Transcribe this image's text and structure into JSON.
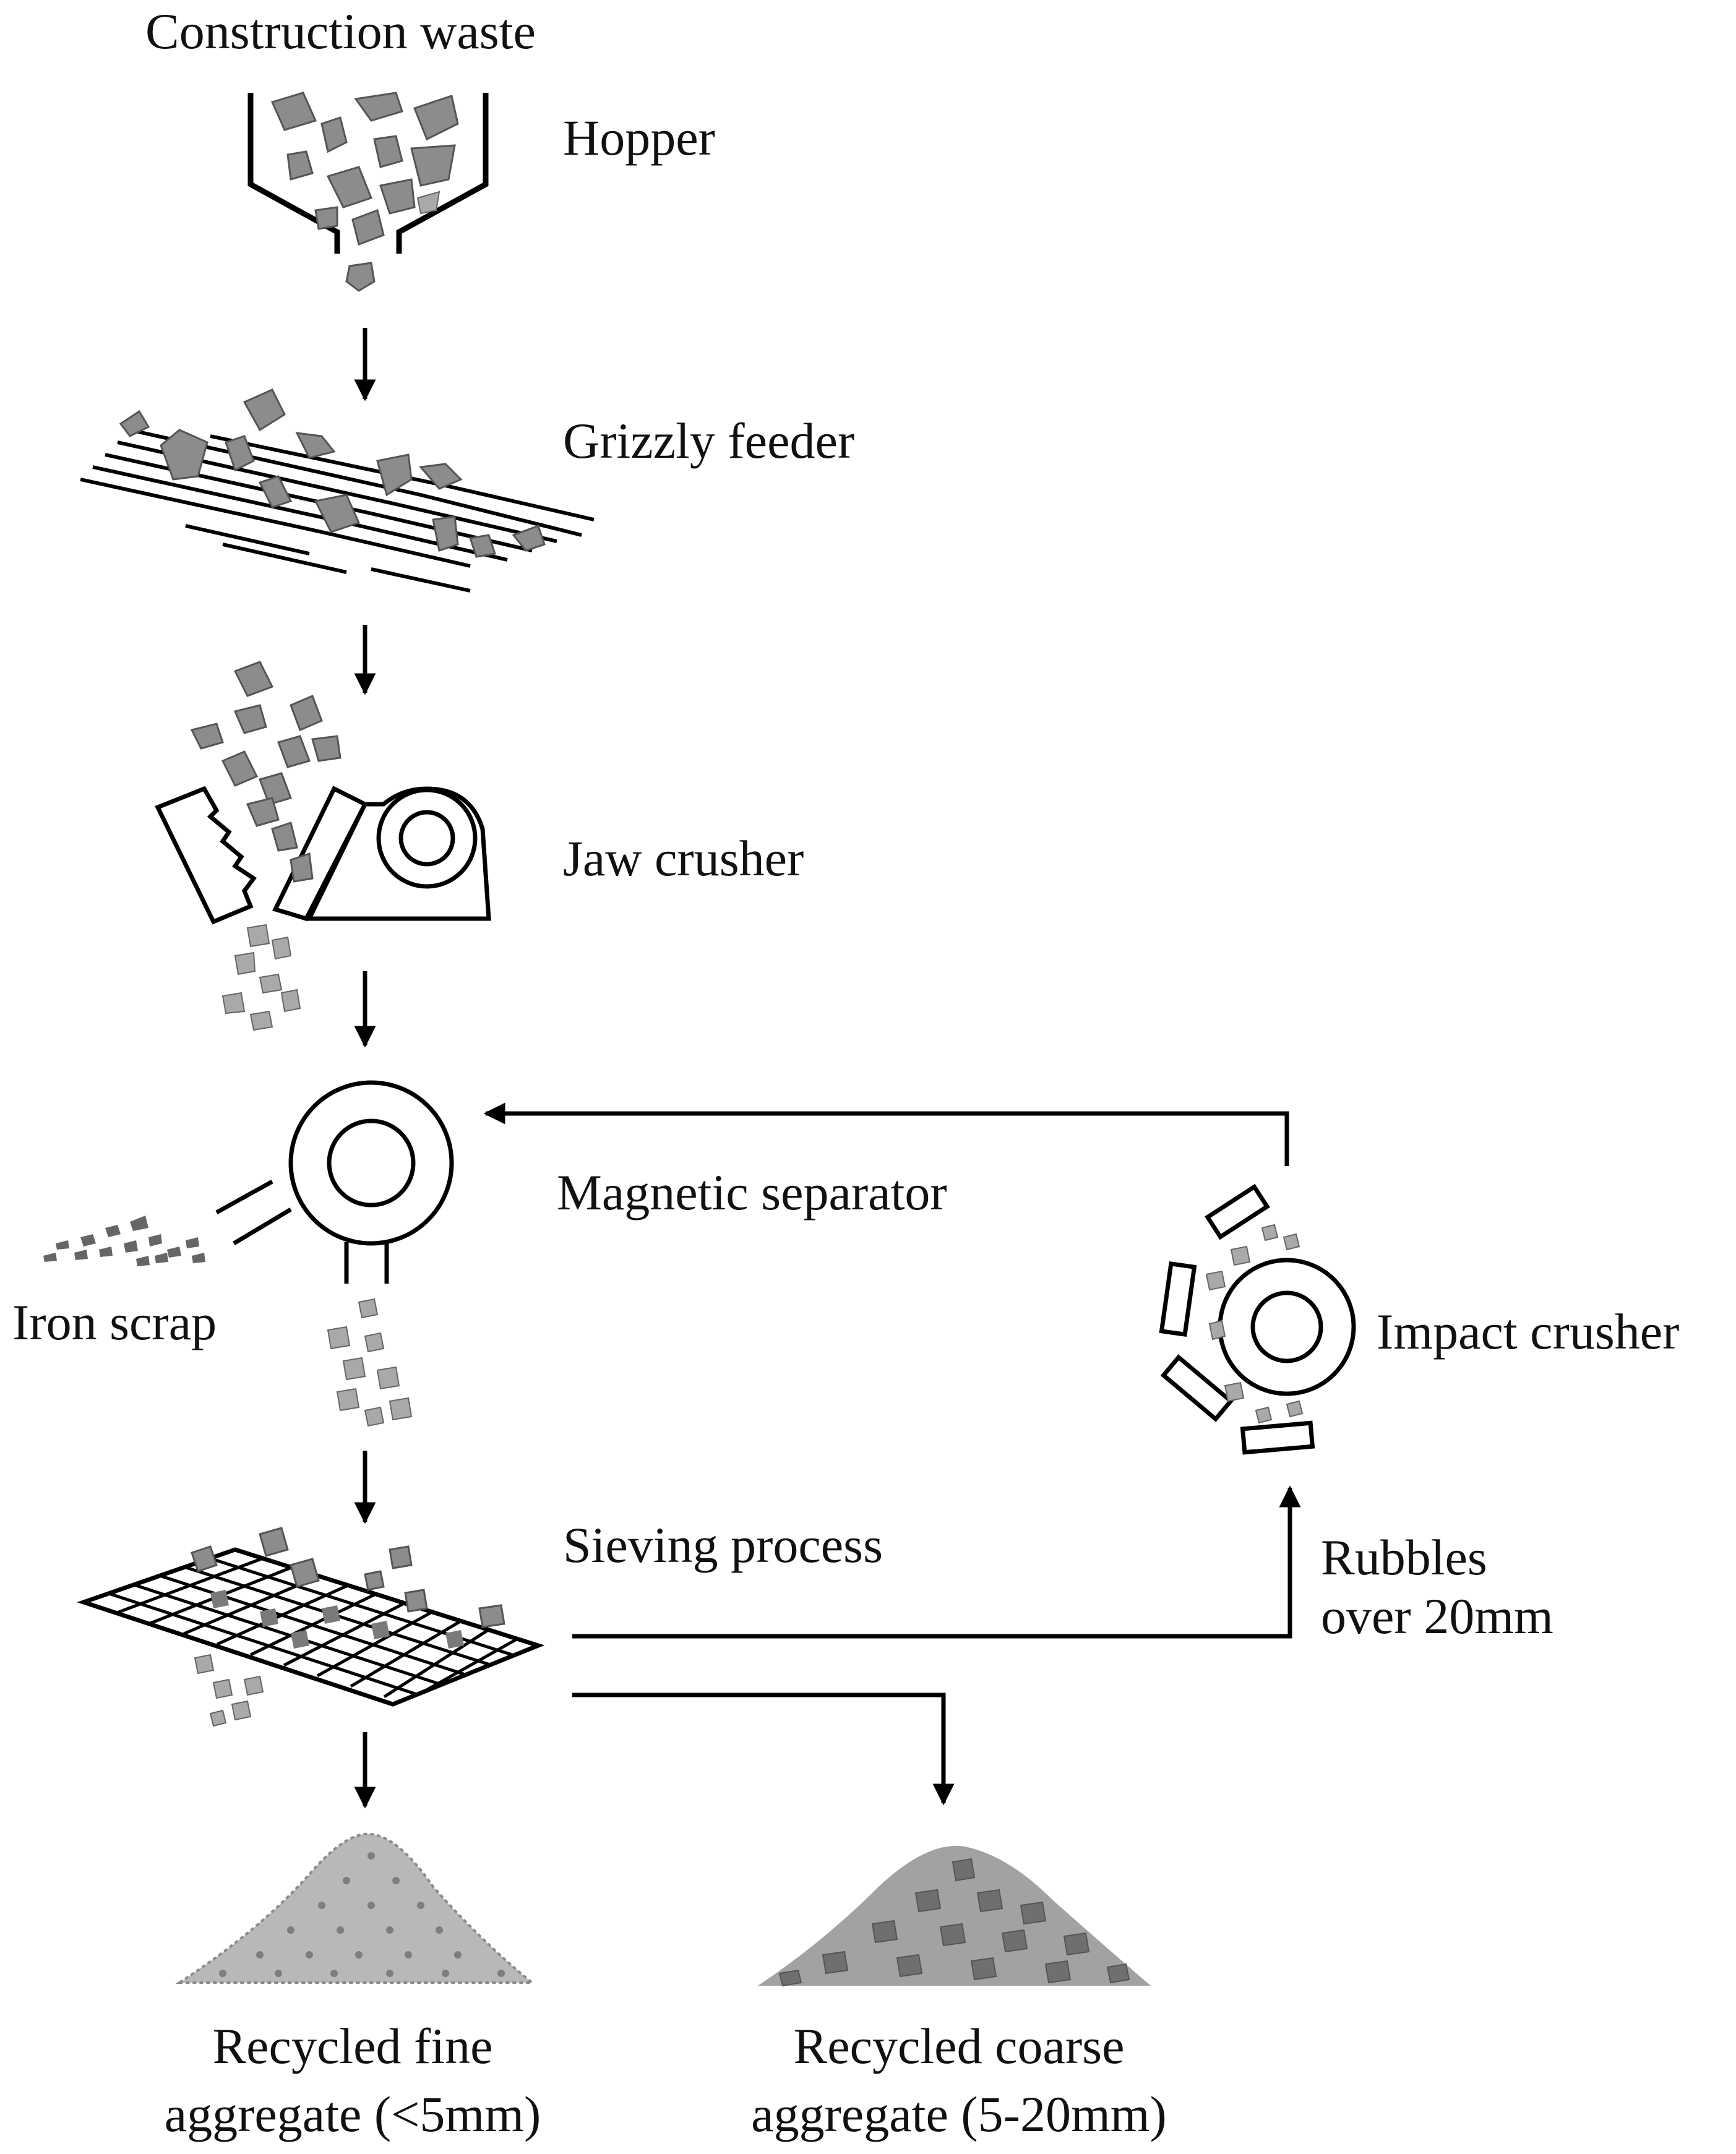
{
  "labels": {
    "input": "Construction waste",
    "hopper": "Hopper",
    "grizzly": "Grizzly feeder",
    "jaw": "Jaw crusher",
    "magnetic": "Magnetic separator",
    "iron": "Iron scrap",
    "impact": "Impact crusher",
    "sieving": "Sieving process",
    "rubbles_line1": "Rubbles",
    "rubbles_line2": "over 20mm",
    "fine_line1": "Recycled fine",
    "fine_line2": "aggregate (<5mm)",
    "coarse_line1": "Recycled coarse",
    "coarse_line2": "aggregate (5-20mm)"
  },
  "colors": {
    "rock": "#8c8c8c",
    "rock_light": "#a9a9a9",
    "line": "#000000"
  }
}
